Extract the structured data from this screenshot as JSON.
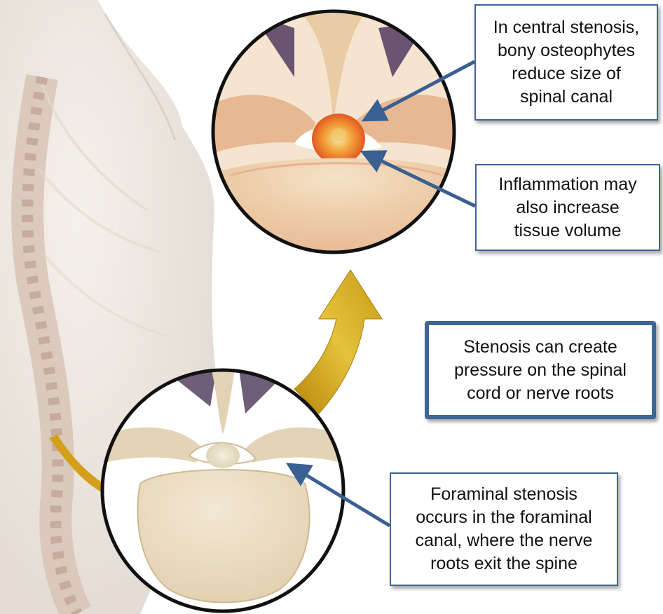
{
  "callouts": {
    "central": "In central stenosis,\nbony osteophytes\nreduce size of\nspinal canal",
    "inflammation": "Inflammation may\nalso increase\ntissue volume",
    "pressure": "Stenosis can create\npressure on the spinal\ncord or nerve roots",
    "foraminal": "Foraminal stenosis\noccurs in the foraminal\ncanal, where the nerve\nroots exit the spine"
  },
  "colors": {
    "callout_border": "#3f6496",
    "pointer_arrow": "#3a5f92",
    "gold_arrow": "#d4ad22",
    "bone": "#e9dcc2",
    "inflammation": "#e0561f"
  }
}
